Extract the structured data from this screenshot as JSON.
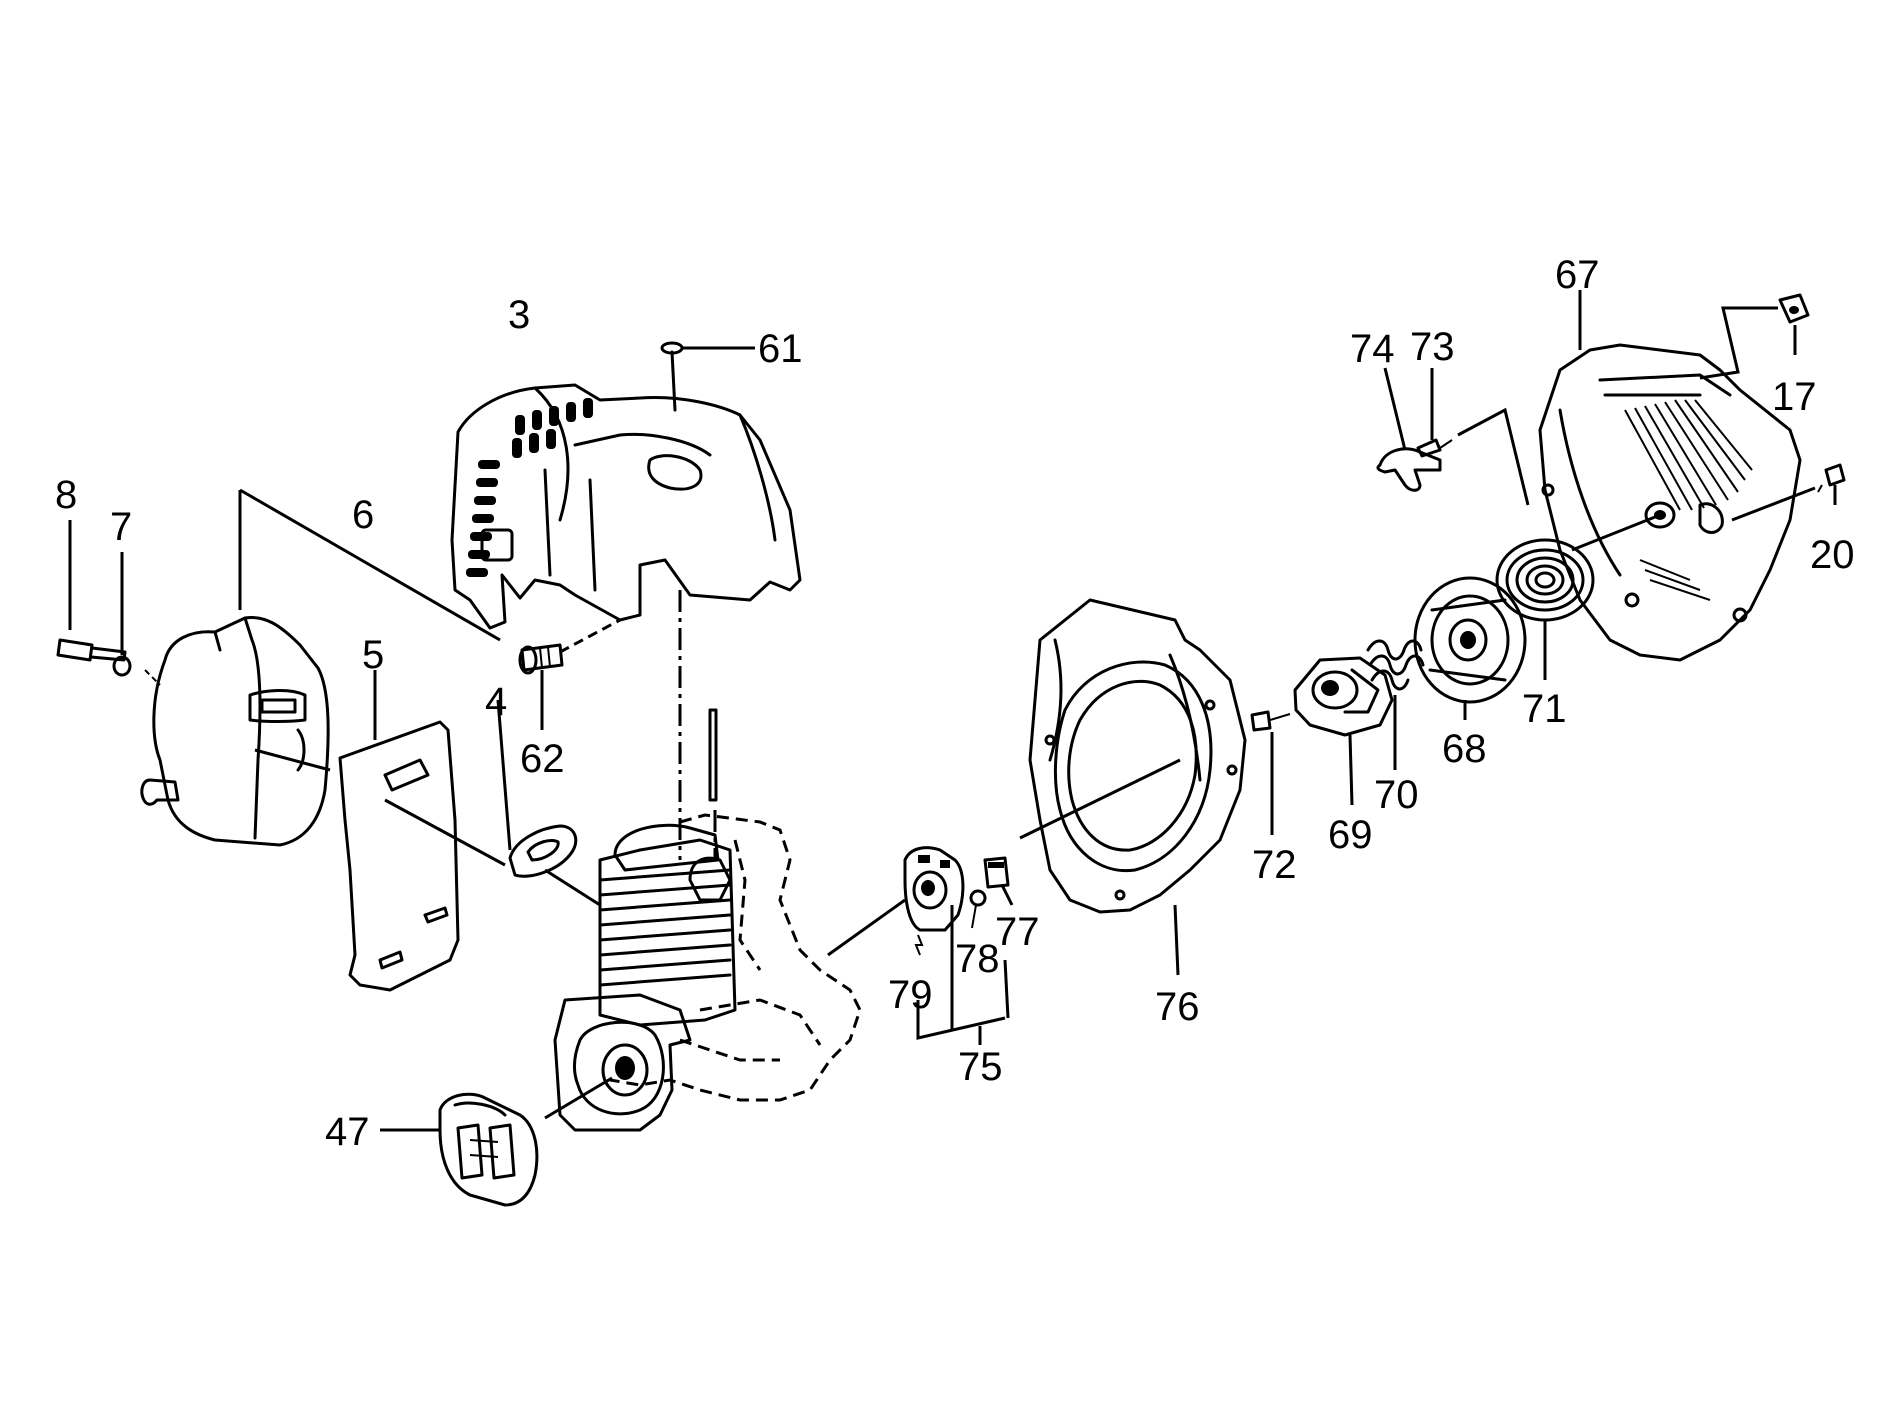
{
  "labels": {
    "l3": "3",
    "l4": "4",
    "l5": "5",
    "l6": "6",
    "l7": "7",
    "l8": "8",
    "l17": "17",
    "l20": "20",
    "l47": "47",
    "l61": "61",
    "l62": "62",
    "l67": "67",
    "l68": "68",
    "l69": "69",
    "l70": "70",
    "l71": "71",
    "l72": "72",
    "l73": "73",
    "l74": "74",
    "l75": "75",
    "l76": "76",
    "l77": "77",
    "l78": "78",
    "l79": "79"
  }
}
